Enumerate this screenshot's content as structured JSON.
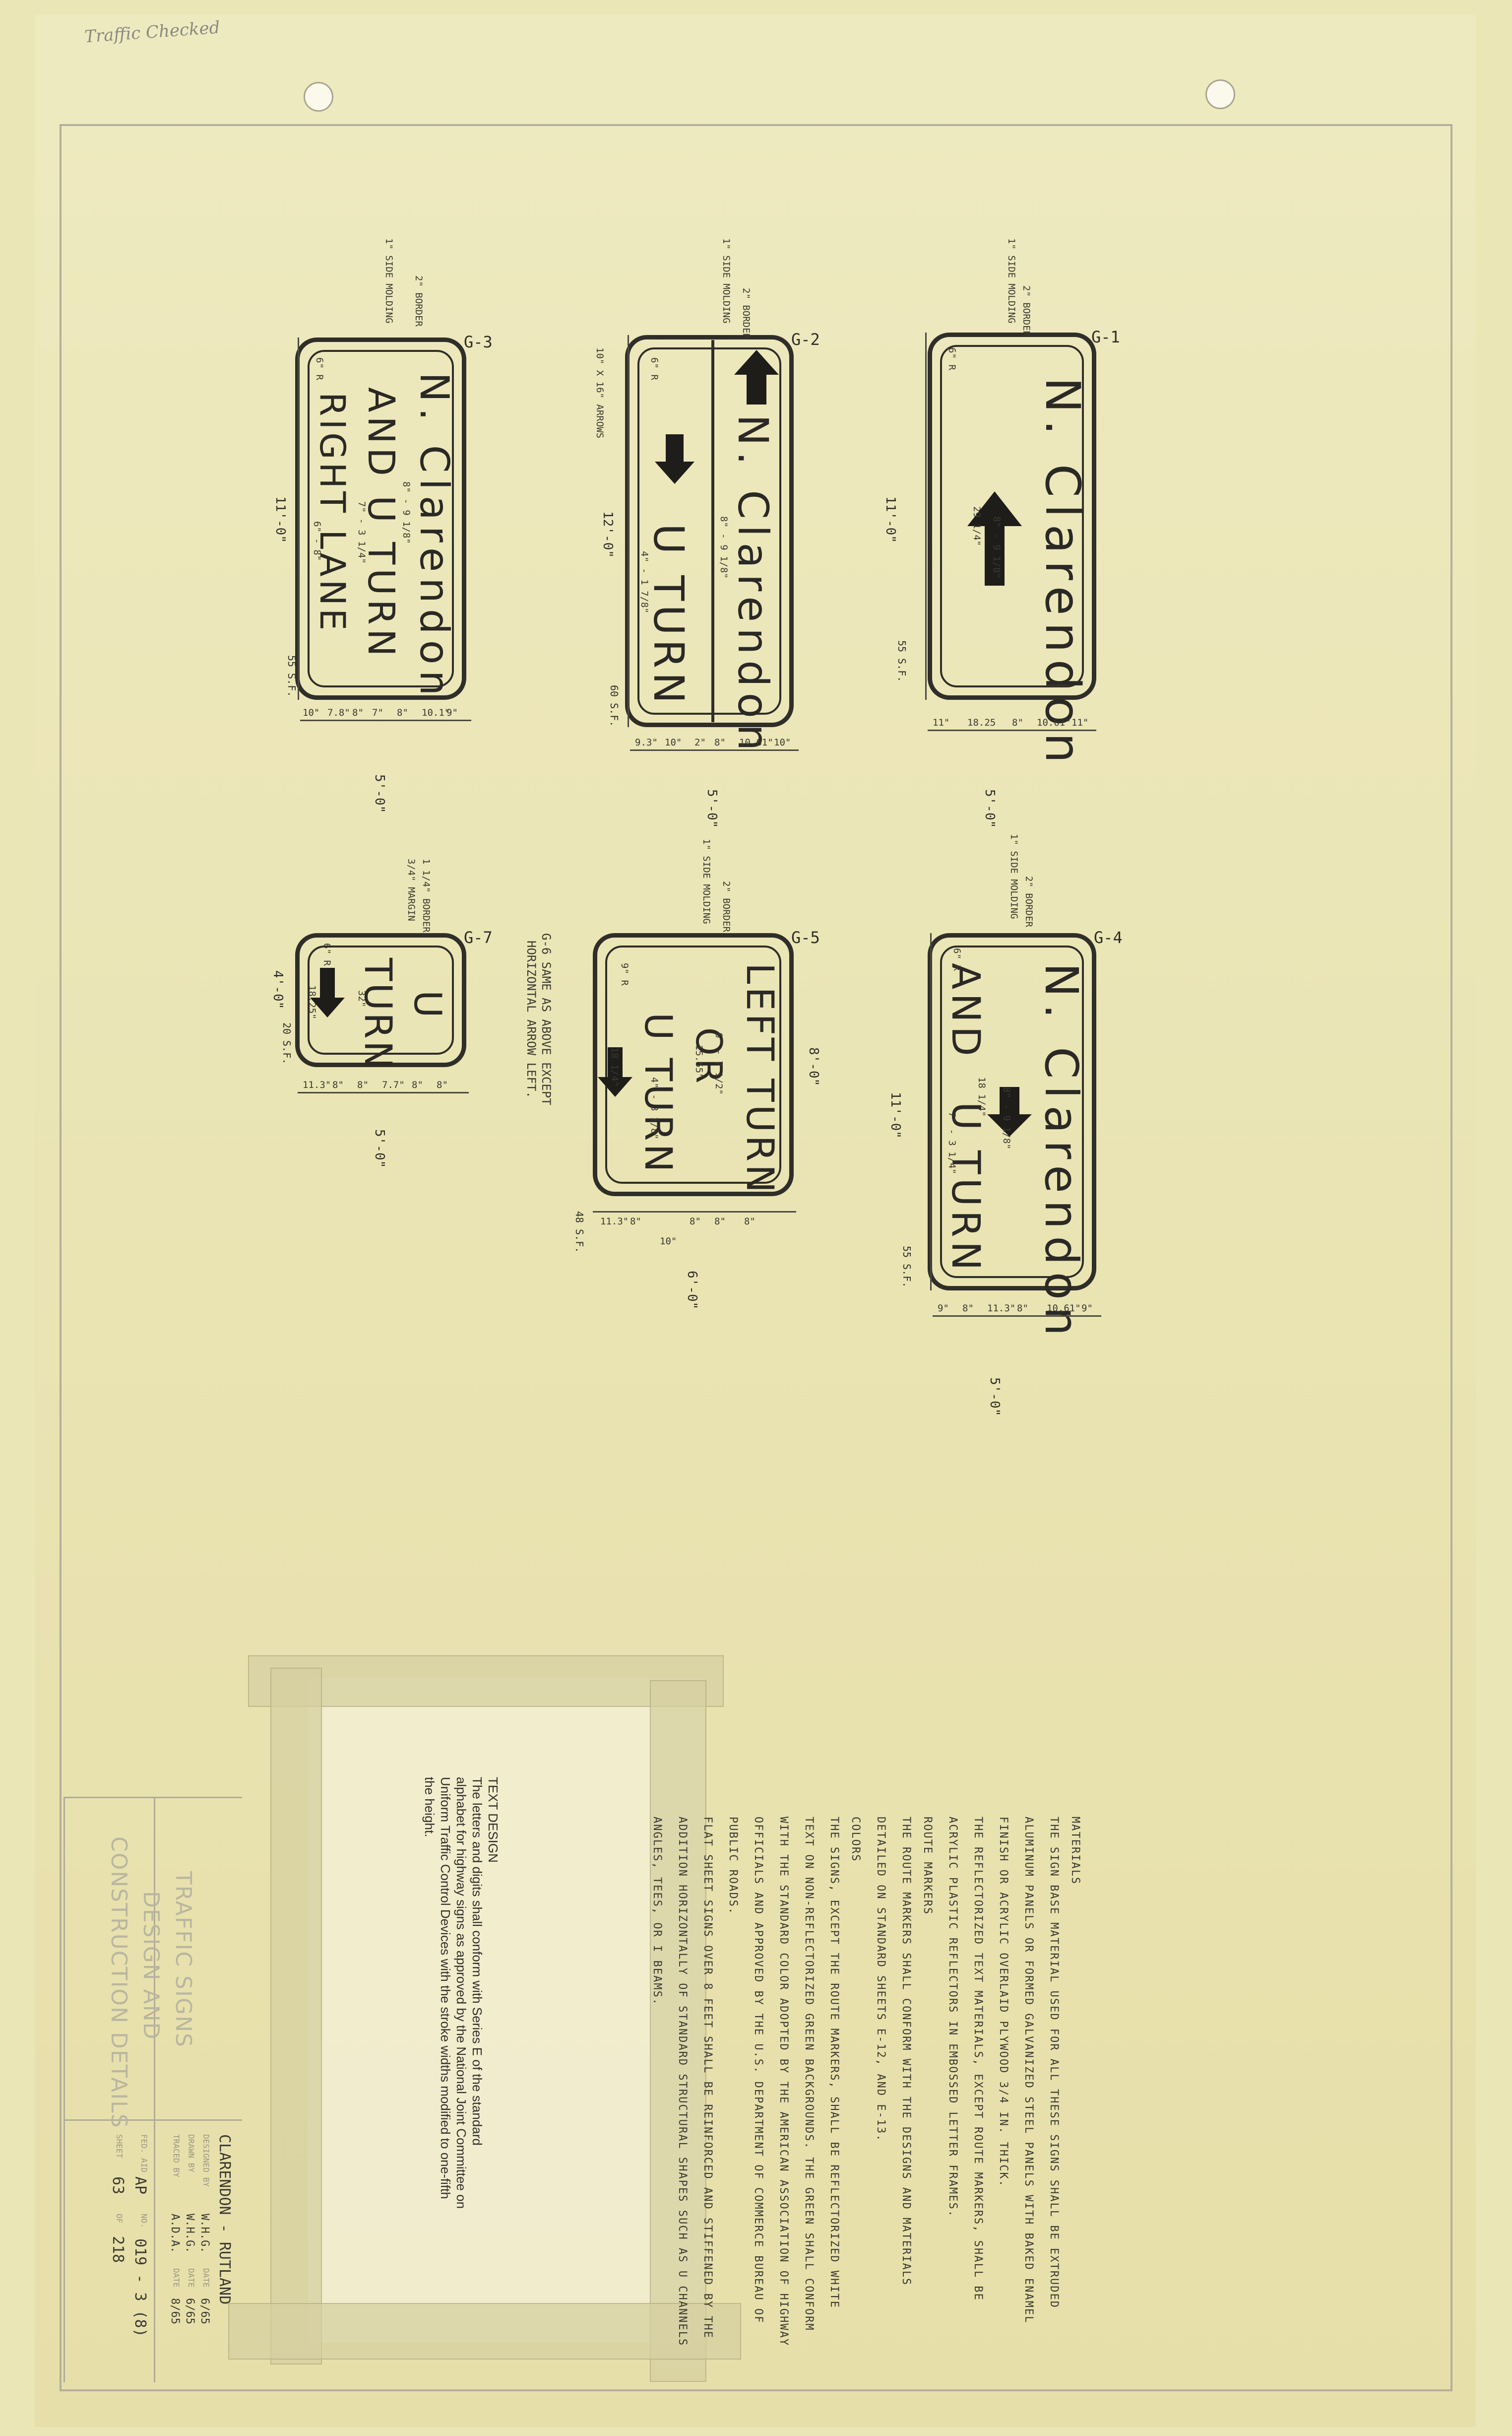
{
  "sheet": {
    "annotation": "Traffic Checked"
  },
  "signs": {
    "g1": {
      "tag": "G-1",
      "line1": "N. Clarendon",
      "border": "2\" BORDER",
      "molding": "1\" SIDE MOLDING",
      "radius": "6\" R",
      "height": "11'-0\"",
      "width": "5'-0\"",
      "area": "55 S.F.",
      "letter_h": "8\" - 9 1/8\"",
      "arrow": "29 1/4\"",
      "bottom_dims": [
        "11\"",
        "18.25",
        "8\"",
        "10.61\"",
        "11\""
      ]
    },
    "g2": {
      "tag": "G-2",
      "line1": "N. Clarendon",
      "line2": "U TURN",
      "border": "2\" BORDER",
      "molding": "1\" SIDE MOLDING",
      "arrows_note": "10\" X 16\" ARROWS",
      "radius": "6\" R",
      "height": "12'-0\"",
      "width": "5'-0\"",
      "area": "60 S.F.",
      "letter_h1": "8\" - 9 1/8\"",
      "letter_h2": "4\" - 1 7/8\"",
      "bottom_dims": [
        "9.3\"",
        "10\"",
        "2\"",
        "8\"",
        "10.61\"",
        "10\""
      ]
    },
    "g3": {
      "tag": "G-3",
      "line1": "N. Clarendon",
      "line2": "AND U TURN",
      "line3": "RIGHT LANE",
      "border": "2\" BORDER",
      "molding": "1\" SIDE MOLDING",
      "radius": "6\" R",
      "height": "11'-0\"",
      "width": "5'-0\"",
      "area": "55 S.F.",
      "letter_h1": "8\" - 9 1/8\"",
      "letter_h2": "7\" - 3 1/4\"",
      "letter_h3": "6\" - 8\"",
      "bottom_dims": [
        "10\"",
        "7.8\"",
        "8\"",
        "7\"",
        "8\"",
        "10.1\"",
        "9\""
      ]
    },
    "g4": {
      "tag": "G-4",
      "line1": "N. Clarendon",
      "line2": "AND",
      "line3": "U TURN",
      "border": "2\" BORDER",
      "molding": "1\" SIDE MOLDING",
      "radius": "6\" R",
      "height": "11'-0\"",
      "width": "5'-0\"",
      "area": "55 S.F.",
      "letter_h1": "8\" - 9 1/8\"",
      "letter_h2": "7\" - 3 1/4\"",
      "arrow": "18 1/4\"",
      "bottom_dims": [
        "9\"",
        "8\"",
        "11.3\"",
        "8\"",
        "10.61\"",
        "9\""
      ]
    },
    "g5": {
      "tag": "G-5",
      "line1": "LEFT TURN",
      "line2": "OR",
      "line3": "U TURN",
      "border": "2\" BORDER",
      "molding": "1\" SIDE MOLDING",
      "radius": "9\" R",
      "height": "8'-0\"",
      "width": "6'-0\"",
      "area": "48 S.F.",
      "letter_h1": "6\" - 7 1/2\"",
      "letter_h2": "4\" - 3 1/8\"",
      "arrow": "18 1/4\"",
      "arrow2": "15.55\"",
      "bottom_dims": [
        "11.3\"",
        "8\"",
        "10\"",
        "8\"",
        "8\"",
        "8\""
      ],
      "g6_note_1": "G-6  SAME AS ABOVE EXCEPT",
      "g6_note_2": "HORIZONTAL ARROW LEFT."
    },
    "g7": {
      "tag": "G-7",
      "line1": "U",
      "line2": "TURN",
      "border": "1 1/4\" BORDER",
      "margin": "3/4\" MARGIN",
      "radius": "6\" R",
      "height": "4'-0\"",
      "width": "5'-0\"",
      "area": "20 S.F.",
      "letter_h": "32\"",
      "arrow": "18.25\"",
      "bottom_dims": [
        "11.3\"",
        "8\"",
        "8\"",
        "7.7\"",
        "8\"",
        "8\""
      ]
    }
  },
  "notes": {
    "materials_heading": "MATERIALS",
    "materials_1": "THE SIGN BASE MATERIAL USED FOR ALL THESE SIGNS SHALL BE EXTRUDED",
    "materials_2": "ALUMINUM PANELS OR FORMED GALVANIZED STEEL PANELS WITH BAKED ENAMEL",
    "materials_3": "FINISH OR ACRYLIC OVERLAID PLYWOOD 3/4 IN. THICK.",
    "materials_4": "THE REFLECTORIZED TEXT MATERIALS, EXCEPT ROUTE MARKERS, SHALL BE",
    "materials_5": "ACRYLIC PLASTIC REFLECTORS IN EMBOSSED LETTER FRAMES.",
    "route_heading": "ROUTE MARKERS",
    "route_1": "THE ROUTE MARKERS SHALL CONFORM WITH THE DESIGNS AND MATERIALS",
    "route_2": "DETAILED ON STANDARD SHEETS          E-12, AND E-13.",
    "colors_heading": "COLORS",
    "colors_1": "THE SIGNS, EXCEPT THE ROUTE MARKERS, SHALL BE REFLECTORIZED WHITE",
    "colors_2": "TEXT ON NON-REFLECTORIZED GREEN BACKGROUNDS.  THE GREEN SHALL CONFORM",
    "colors_3": "WITH THE STANDARD COLOR ADOPTED BY THE AMERICAN ASSOCIATION OF HIGHWAY",
    "colors_4": "OFFICIALS AND APPROVED BY THE U.S. DEPARTMENT OF COMMERCE BUREAU OF",
    "colors_5": "PUBLIC ROADS.",
    "flat_1": "FLAT SHEET SIGNS OVER 8 FEET SHALL BE REINFORCED AND STIFFENED BY THE",
    "flat_2": "ADDITION HORIZONTALLY OF STANDARD STRUCTURAL SHAPES SUCH AS U CHANNELS",
    "flat_3": "ANGLES, TEES, OR I BEAMS."
  },
  "text_design": {
    "heading": "TEXT DESIGN",
    "line1": "The letters and digits shall conform with Series E of the standard",
    "line2": "alphabet for highway signs as approved by the National Joint Committee on",
    "line3": "Uniform Traffic Control Devices with the stroke widths modified to one-fifth",
    "line4": "the height."
  },
  "title_block": {
    "title1": "TRAFFIC SIGNS",
    "title2": "DESIGN  AND",
    "title3": "CONSTRUCTION DETAILS",
    "project": "CLARENDON - RUTLAND",
    "designed_by": "W.H.G.",
    "designed_date": "6/65",
    "drawn_by": "W.H.G.",
    "drawn_date": "6/65",
    "traced_by": "A.D.A.",
    "traced_date": "8/65",
    "fed_aid": "AP",
    "project_no": "019 - 3 (8)",
    "sheet": "63",
    "of": "218",
    "labels": {
      "designed": "DESIGNED BY",
      "drawn": "DRAWN BY",
      "traced": "TRACED BY",
      "fed": "FED. AID",
      "no": "NO.",
      "sheet": "SHEET",
      "of": "OF",
      "date": "DATE"
    }
  }
}
